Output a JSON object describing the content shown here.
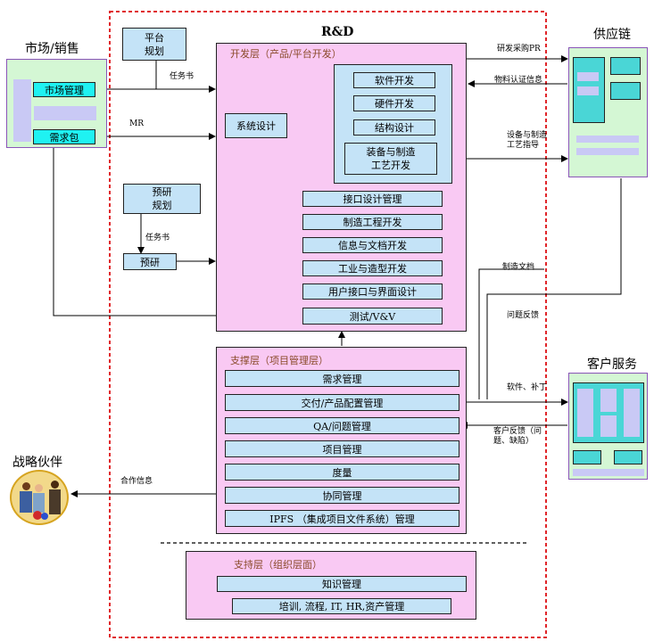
{
  "title": "R&D",
  "market": {
    "title": "市场/销售",
    "market_mgmt": "市场管理",
    "demand_pkg": "需求包"
  },
  "supply": {
    "title": "供应链"
  },
  "service": {
    "title": "客户服务"
  },
  "partner": {
    "title": "战略伙伴"
  },
  "platform_planning": "平台\n规划",
  "preresearch_planning": "预研\n规划",
  "preresearch": "预研",
  "dev_layer": {
    "title": "开发层（产品/平台开发）",
    "system_design": "系统设计",
    "inner": [
      "软件开发",
      "硬件开发",
      "结构设计"
    ],
    "equip": "装备与制造\n工艺开发",
    "items": [
      "接口设计管理",
      "制造工程开发",
      "信息与文档开发",
      "工业与造型开发",
      "用户接口与界面设计",
      "测试/V&V"
    ]
  },
  "support_layer": {
    "title": "支撑层（项目管理层）",
    "items": [
      "需求管理",
      "交付/产品配置管理",
      "QA/问题管理",
      "项目管理",
      "度量",
      "协同管理",
      "IPFS （集成项目文件系统）管理"
    ]
  },
  "org_layer": {
    "title": "支持层（组织层面）",
    "items": [
      "知识管理",
      "培训, 流程, IT, HR,资产管理"
    ]
  },
  "labels": {
    "task1": "任务书",
    "mr": "MR",
    "task2": "任务书",
    "rd_pr": "研发采购PR",
    "material_info": "物料认证信息",
    "equip_guide": "设备与制造\n工艺指导",
    "mfg_doc": "制造文档",
    "issue_feedback": "问题反馈",
    "software_patch": "软件、补丁",
    "customer_feedback": "客户反馈（问\n题、缺陷）",
    "coop_info": "合作信息"
  }
}
